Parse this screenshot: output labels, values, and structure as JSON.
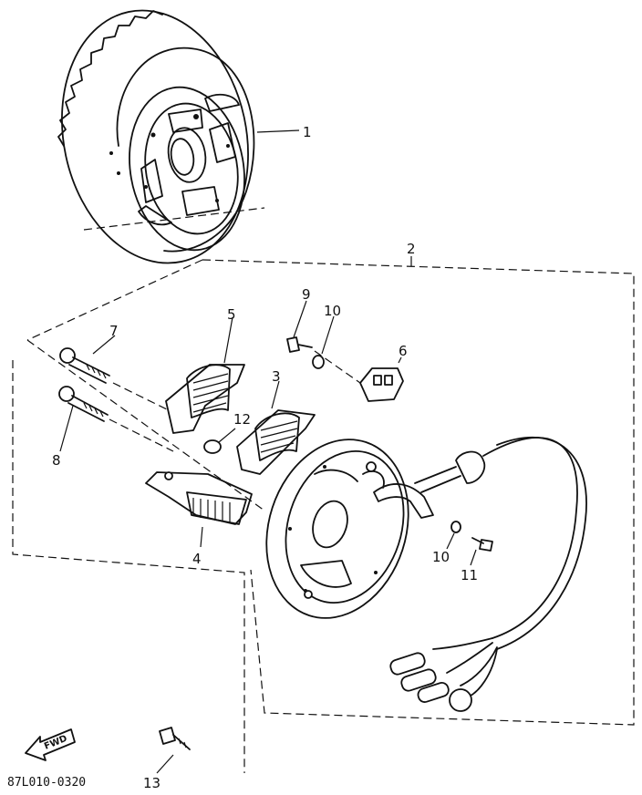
{
  "labels": {
    "p1": "1",
    "p2": "2",
    "p3": "3",
    "p4": "4",
    "p5": "5",
    "p6": "6",
    "p7": "7",
    "p8": "8",
    "p9": "9",
    "p10a": "10",
    "p10b": "10",
    "p11": "11",
    "p12": "12",
    "p13": "13"
  },
  "fwd_arrow_text": "FWD",
  "drawing_code": "87L010-0320"
}
